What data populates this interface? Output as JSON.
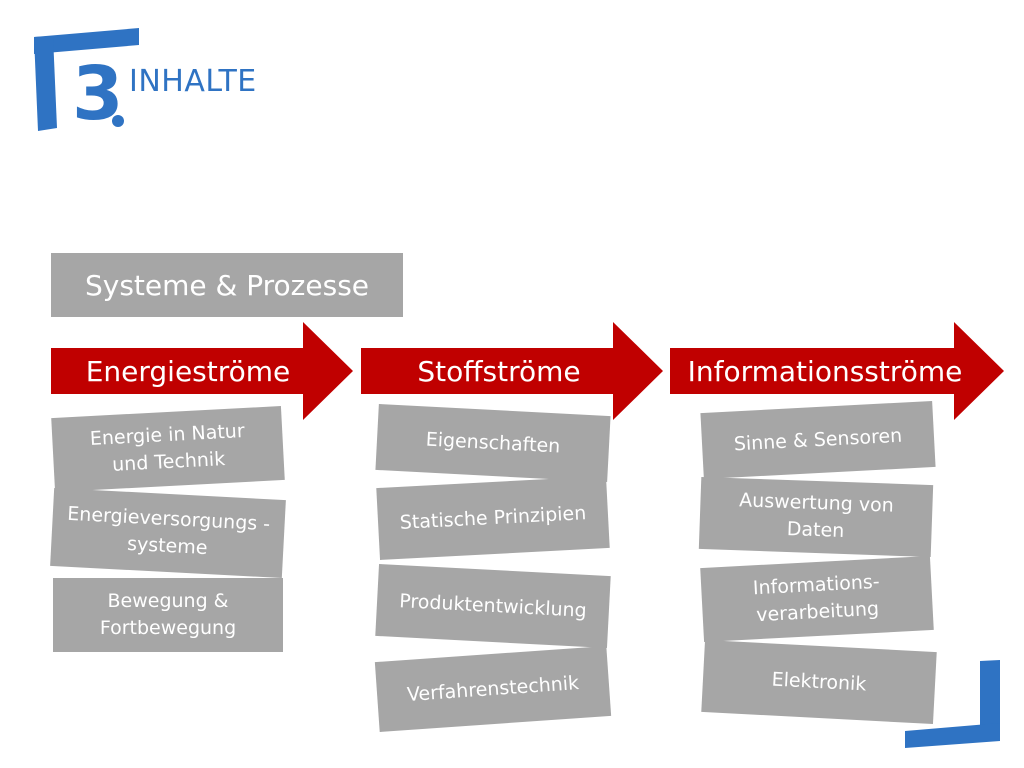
{
  "slide": {
    "number": "3",
    "title": "INHALTE",
    "colors": {
      "blue": "#2f73c3",
      "red": "#c00000",
      "gray": "#a6a6a6",
      "text": "#ffffff"
    }
  },
  "diagram": {
    "header": "Systeme & Prozesse",
    "columns": [
      {
        "label": "Energieströme",
        "cards": [
          "Energie in Natur und Technik",
          "Energieversorgungs -systeme",
          "Bewegung & Fortbewegung"
        ]
      },
      {
        "label": "Stoffströme",
        "cards": [
          "Eigenschaften",
          "Statische Prinzipien",
          "Produktentwicklung",
          "Verfahrenstechnik"
        ]
      },
      {
        "label": "Informationsströme",
        "cards": [
          "Sinne & Sensoren",
          "Auswertung von Daten",
          "Informations- verarbeitung",
          "Elektronik"
        ]
      }
    ]
  }
}
